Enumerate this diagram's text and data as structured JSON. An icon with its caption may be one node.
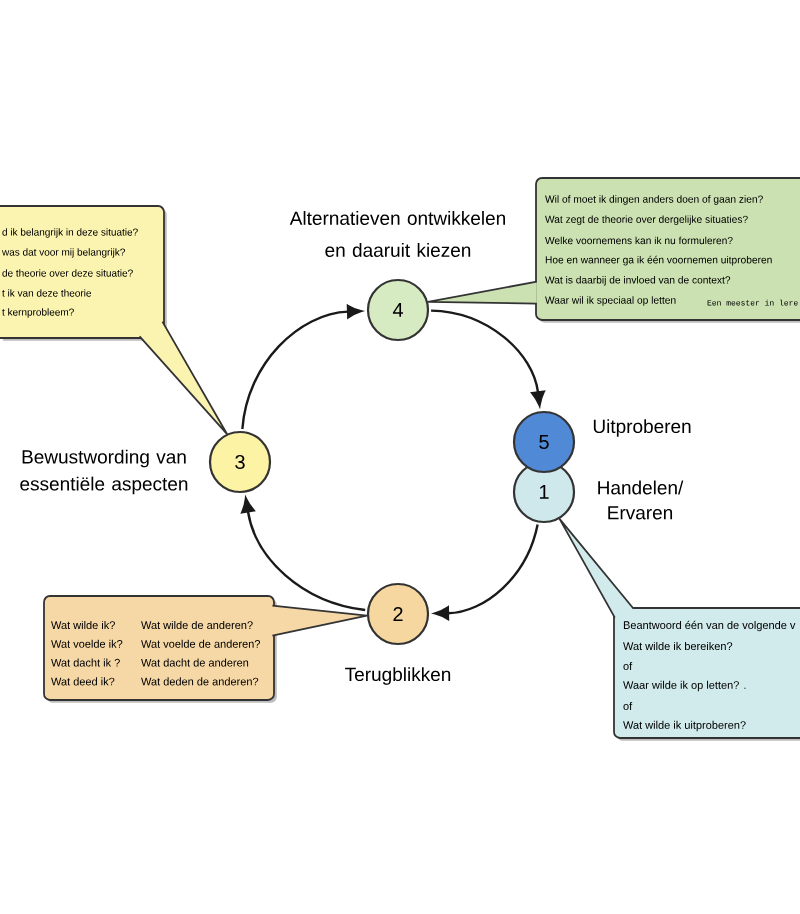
{
  "diagram": {
    "nodes": [
      {
        "text": [
          "Wil of moet ik dingen anders doen of gaan zien?",
          "Wat zegt de theorie over dergelijke situaties?",
          "Welke voornemens kan ik nu formuleren?",
          "Hoe en wanneer ga ik één voornemen uitproberen",
          "Wat is daarbij de invloed van de context?",
          "Waar wil ik speciaal op letten",
          "Een meester in lere"
        ]
      },
      {
        "text": [
          "d ik belangrijk in deze situatie?",
          "was dat voor mij belangrijk?",
          "de theorie over deze situatie?",
          "t ik van deze theorie",
          "t kernprobleem?"
        ]
      },
      {
        "text": [
          "4"
        ],
        "beside": [
          "Alternatieven ontwikkelen en daaruit kiezen"
        ]
      },
      {
        "text": [
          "3"
        ],
        "beside": [
          "Bewustwording van essentiële aspecten"
        ]
      },
      {
        "text": [
          "5"
        ],
        "beside": [
          "Uitproberen"
        ]
      },
      {
        "text": [
          "1"
        ],
        "beside": [
          "Handelen/ Ervaren"
        ]
      },
      {
        "text": [
          "2"
        ],
        "beside": [
          "Terugblikken"
        ]
      },
      {
        "text": [
          "Wat wilde ik?",
          "Wat wilde de anderen?",
          "Wat voelde ik?",
          "Wat voelde de anderen?",
          "Wat dacht ik ?",
          "Wat dacht de anderen",
          "Wat deed ik?",
          "Wat deden de anderen?"
        ]
      },
      {
        "text": [
          "Beantwoord één van de volgende v",
          "Wat wilde ik bereiken?",
          "of",
          "Waar wilde ik op letten? .",
          "of",
          "Wat wilde ik uitproberen?"
        ]
      }
    ],
    "edges": [
      {
        "from": 2,
        "to": 4,
        "arrow": "to"
      },
      {
        "from": 5,
        "to": 6,
        "arrow": "to"
      },
      {
        "from": 6,
        "to": 3,
        "arrow": "to"
      },
      {
        "from": 3,
        "to": 2,
        "arrow": "to"
      },
      {
        "from": 0,
        "to": 2,
        "arrow": "none"
      },
      {
        "from": 1,
        "to": 3,
        "arrow": "none"
      },
      {
        "from": 7,
        "to": 6,
        "arrow": "none"
      },
      {
        "from": 8,
        "to": 5,
        "arrow": "none"
      }
    ]
  }
}
